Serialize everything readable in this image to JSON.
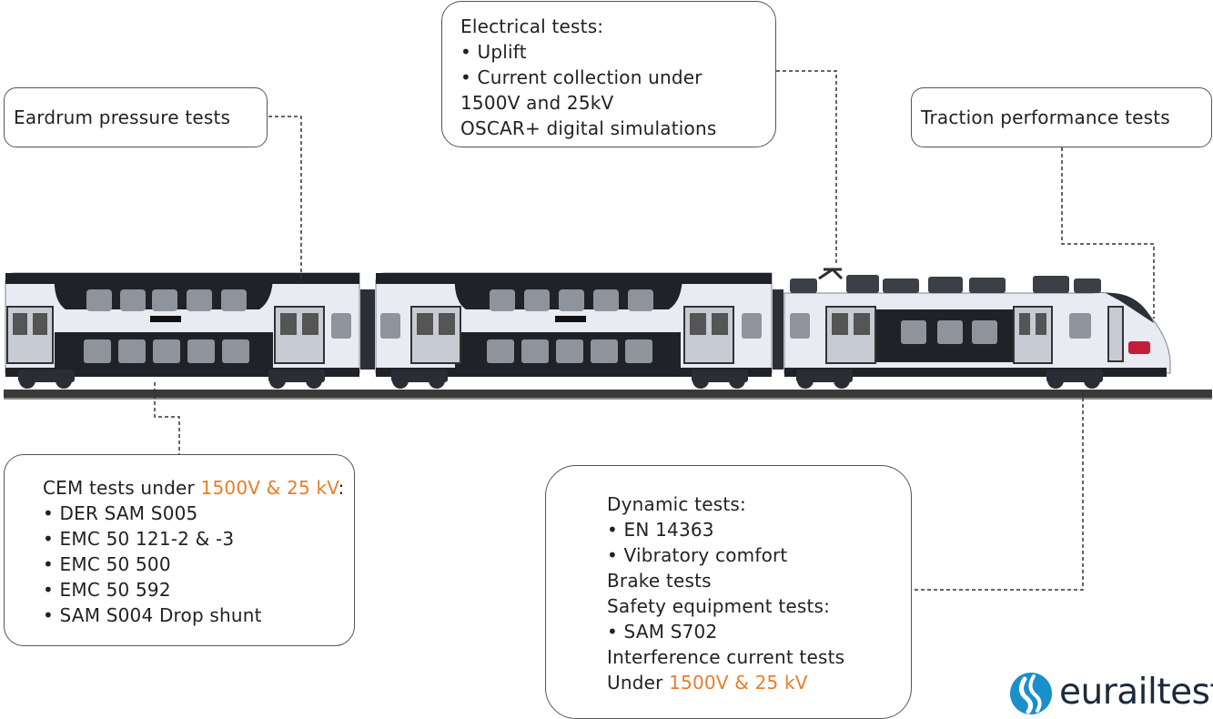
{
  "eardrum_box": {
    "line1": "Eardrum pressure tests"
  },
  "electrical_box": {
    "line1": "Electrical tests:",
    "line2": "• Uplift",
    "line3": "• Current collection under",
    "line4": "1500V and 25kV",
    "line5": "OSCAR+ digital simulations"
  },
  "traction_box": {
    "line1": "Traction performance tests"
  },
  "cem_box": {
    "line1_prefix": "CEM tests under ",
    "line1_highlight": "1500V & 25 kV",
    "line1_suffix": ":",
    "line2": "• DER SAM S005",
    "line3": "• EMC 50 121-2 & -3",
    "line4": "• EMC 50 500",
    "line5": "• EMC  50 592",
    "line6": "• SAM S004 Drop shunt"
  },
  "dynamic_box": {
    "line1": "Dynamic tests:",
    "line2": "• EN 14363",
    "line3": "• Vibratory comfort",
    "line4": "Brake tests",
    "line5": "Safety equipment tests:",
    "line6": "• SAM S702",
    "line7": "Interference current tests",
    "line8_prefix": "Under ",
    "line8_highlight": "1500V & 25 kV"
  },
  "logo": {
    "text": "eurailtest"
  },
  "colors": {
    "accent": "#e87d2c",
    "train_dark": "#1f2328",
    "train_light": "#e8ebf2",
    "rail": "#3a3a3a"
  }
}
